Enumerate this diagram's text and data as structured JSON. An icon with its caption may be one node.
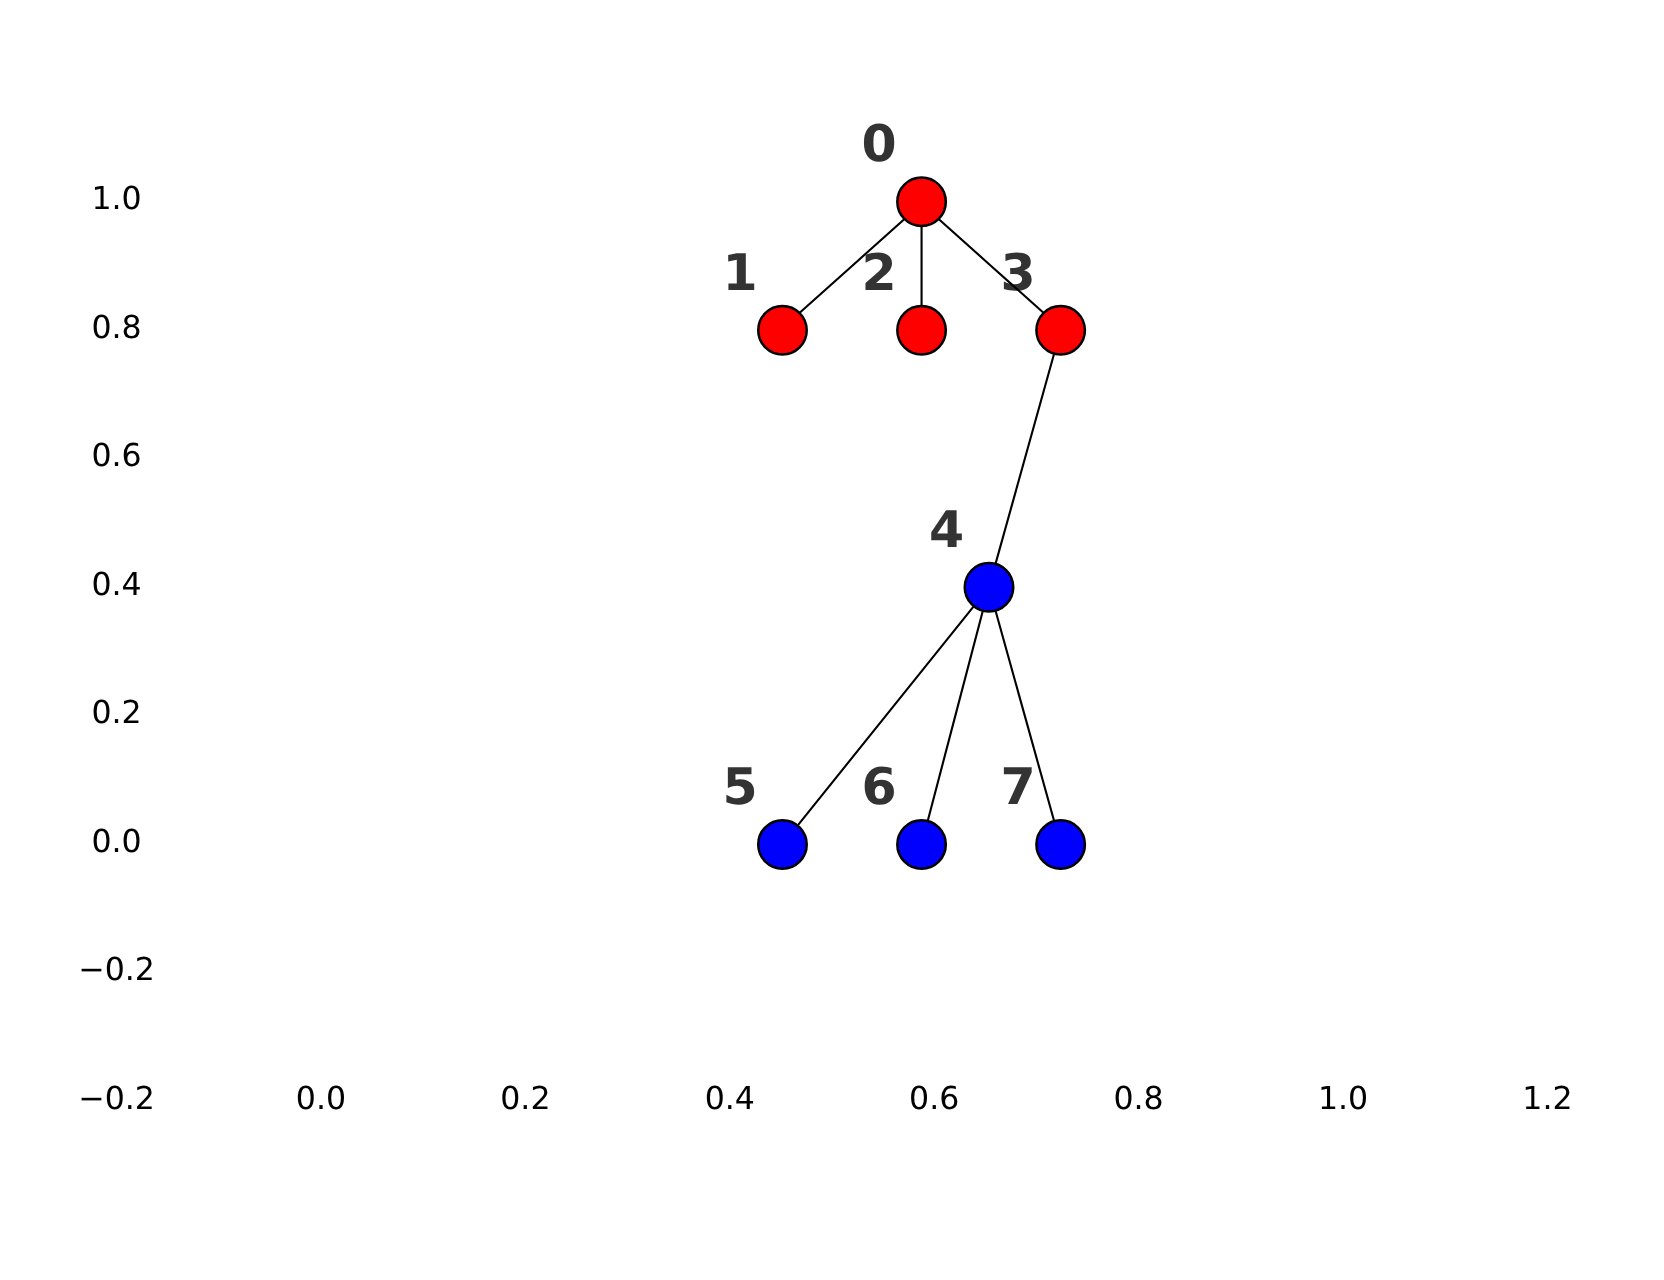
{
  "diagram": {
    "nodes": [
      {
        "text": [],
        "shape": "circle",
        "beside": [
          "0"
        ]
      },
      {
        "text": [],
        "shape": "circle",
        "beside": [
          "1"
        ]
      },
      {
        "text": [],
        "shape": "circle",
        "beside": [
          "2"
        ]
      },
      {
        "text": [],
        "shape": "circle",
        "beside": [
          "3"
        ]
      },
      {
        "text": [],
        "shape": "circle",
        "beside": [
          "4"
        ]
      },
      {
        "text": [],
        "shape": "circle",
        "beside": [
          "5"
        ]
      },
      {
        "text": [],
        "shape": "circle",
        "beside": [
          "6"
        ]
      },
      {
        "text": [],
        "shape": "circle",
        "beside": [
          "7"
        ]
      }
    ],
    "edges": [
      {
        "from": 0,
        "to": 1,
        "arrow": "none"
      },
      {
        "from": 0,
        "to": 2,
        "arrow": "none"
      },
      {
        "from": 0,
        "to": 3,
        "arrow": "none"
      },
      {
        "from": 3,
        "to": 4,
        "arrow": "none"
      },
      {
        "from": 4,
        "to": 7,
        "arrow": "none"
      },
      {
        "from": 4,
        "to": 6,
        "arrow": "none"
      },
      {
        "from": 4,
        "to": 5,
        "arrow": "none"
      }
    ],
    "labels": [
      "1.0",
      "0.8",
      "0.6",
      "0.4",
      "0.2",
      "0.0",
      "−0.2",
      "−0.2",
      "0.0",
      "0.2",
      "0.4",
      "0.6",
      "0.8",
      "1.0",
      "1.2"
    ]
  }
}
